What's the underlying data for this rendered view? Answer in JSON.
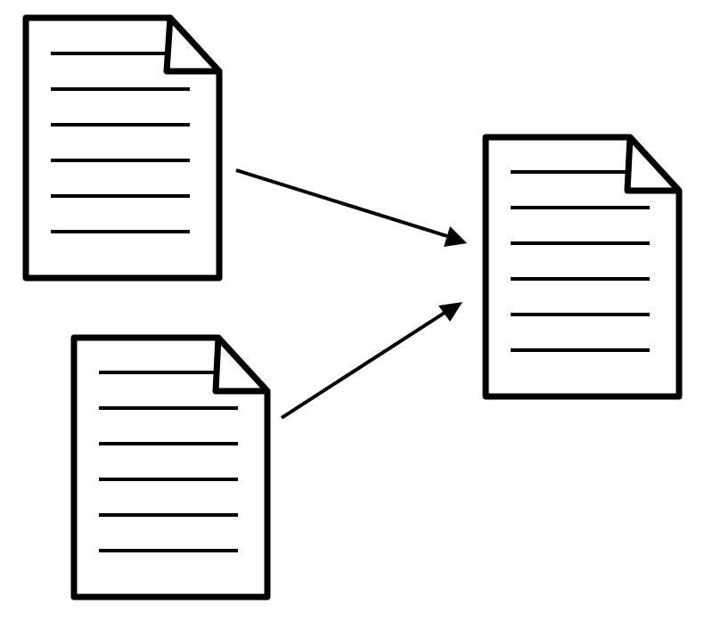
{
  "diagram": {
    "description_free": true,
    "nodes": [
      {
        "id": "source-document-1",
        "type": "document",
        "text_lines": 6
      },
      {
        "id": "source-document-2",
        "type": "document",
        "text_lines": 6
      },
      {
        "id": "target-document",
        "type": "document",
        "text_lines": 6
      }
    ],
    "edges": [
      {
        "from": "source-document-1",
        "to": "target-document",
        "type": "arrow"
      },
      {
        "from": "source-document-2",
        "to": "target-document",
        "type": "arrow"
      }
    ],
    "colors": {
      "stroke": "#000000",
      "fill": "#ffffff",
      "background": "#ffffff"
    }
  }
}
